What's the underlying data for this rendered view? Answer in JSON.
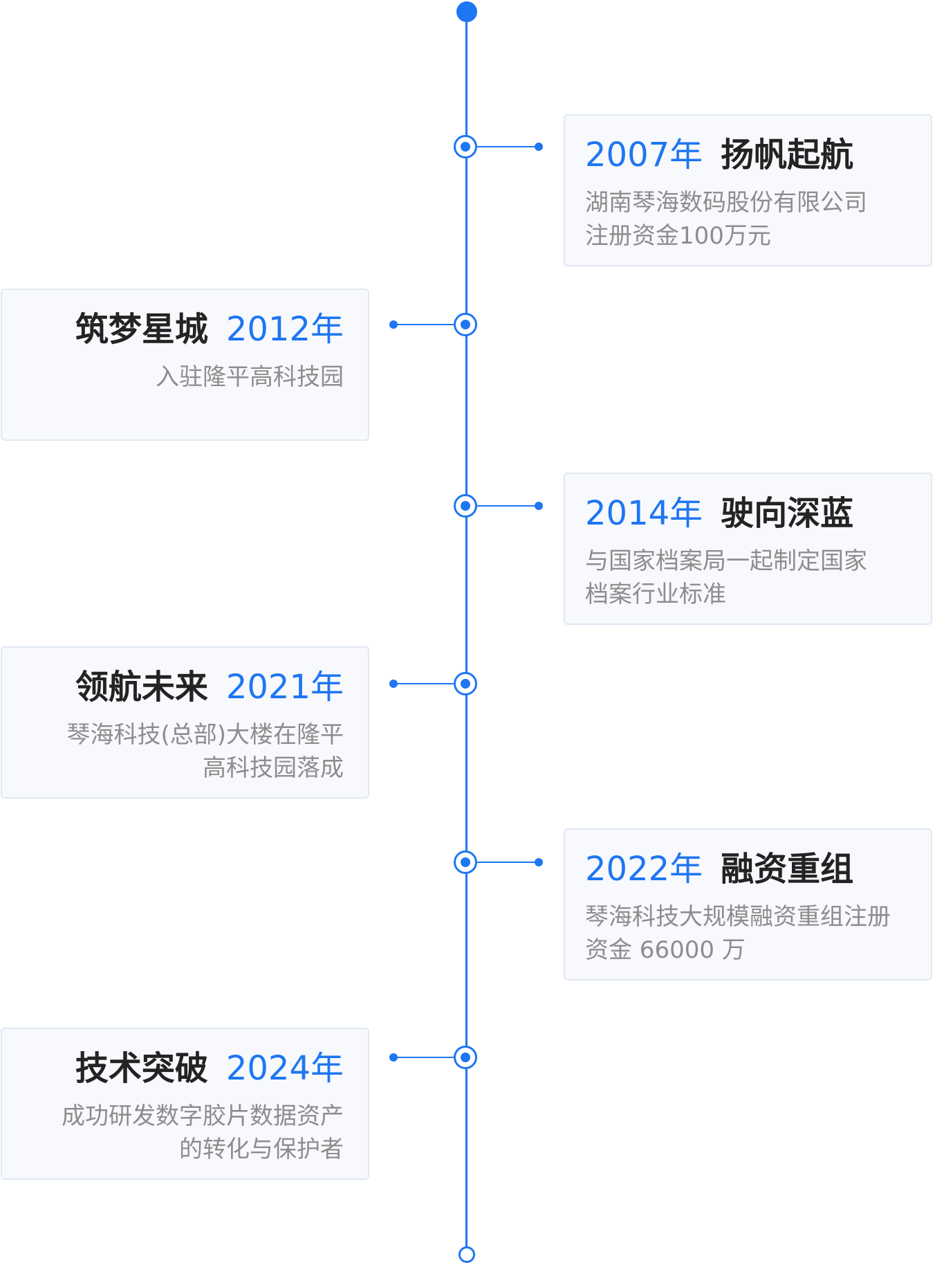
{
  "timeline": {
    "items": [
      {
        "year": "2007年",
        "title": "扬帆起航",
        "description": "湖南琴海数码股份有限公司\n注册资金100万元",
        "side": "right"
      },
      {
        "year": "2012年",
        "title": "筑梦星城",
        "description": "入驻隆平高科技园",
        "side": "left"
      },
      {
        "year": "2014年",
        "title": "驶向深蓝",
        "description": "与国家档案局一起制定国家\n档案行业标准",
        "side": "right"
      },
      {
        "year": "2021年",
        "title": "领航未来",
        "description": "琴海科技(总部)大楼在隆平\n高科技园落成",
        "side": "left"
      },
      {
        "year": "2022年",
        "title": "融资重组",
        "description": "琴海科技大规模融资重组注册\n资金 66000 万",
        "side": "right"
      },
      {
        "year": "2024年",
        "title": "技术突破",
        "description": "成功研发数字胶片数据资产\n的转化与保护者",
        "side": "left"
      }
    ]
  },
  "colors": {
    "accent": "#1e76f2",
    "card_background": "#f7f9fd",
    "card_border": "#e1e8f4",
    "title_text": "#232323",
    "description_text": "#8d8d8d"
  }
}
